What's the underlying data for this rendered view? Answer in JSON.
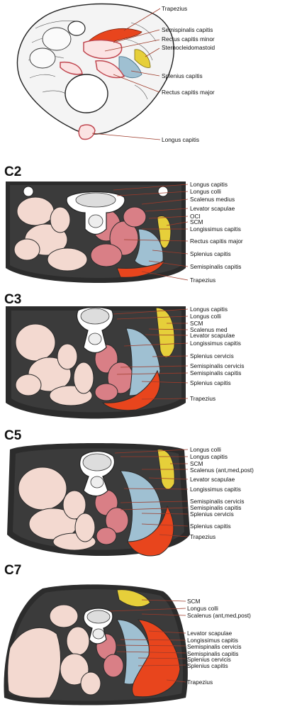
{
  "colors": {
    "trapezius": "#e8451d",
    "sternocleidomastoid": "#e6cf3a",
    "splenius": "#9fc0d2",
    "semispinalis": "#d97f86",
    "deep_light": "#f3d9d0",
    "fascia": "#2c2c2c",
    "bone": "#ffffff"
  },
  "panels": [
    {
      "id": "skull",
      "level": "",
      "labels": [
        "Trapezius",
        "Semispinalis capitis",
        "Rectus capitis minor",
        "Sternocleidomastoid",
        "Splenius capitis",
        "Rectus capitis major",
        "Longus capitis"
      ]
    },
    {
      "id": "c2",
      "level": "C2",
      "labels": [
        "Longus capitis",
        "Longus colli",
        "Scalenus medius",
        "Levator scapulae",
        "OCI",
        "SCM",
        "Longissimus capitis",
        "Rectus capitis major",
        "Splenius capitis",
        "Semispinalis capitis",
        "Trapezius"
      ]
    },
    {
      "id": "c3",
      "level": "C3",
      "labels": [
        "Longus capitis",
        "Longus colli",
        "SCM",
        "Scalenus med",
        "Levator scapulae",
        "Longissimus capitis",
        "Splenius cervicis",
        "Semispinalis cervicis",
        "Semispinalis capitis",
        "Splenius capitis",
        "Trapezius"
      ]
    },
    {
      "id": "c5",
      "level": "C5",
      "labels": [
        "Longus colli",
        "Longus capitis",
        "SCM",
        "Scalenus (ant,med,post)",
        "Levator scapulae",
        "Longissimus capitis",
        "Semispinalis cervicis",
        "Semispinalis capitis",
        "Splenius cervicis",
        "Splenius capitis",
        "Trapezius"
      ]
    },
    {
      "id": "c7",
      "level": "C7",
      "labels": [
        "SCM",
        "Longus colli",
        "Scalenus (ant,med,post)",
        "Levator  scapulae",
        "Longissimus capitis",
        "Semispinalis cervicis",
        "Semispinalis capitis",
        "Splenius cervicis",
        "Splenius capitis",
        "Trapezius"
      ]
    }
  ]
}
